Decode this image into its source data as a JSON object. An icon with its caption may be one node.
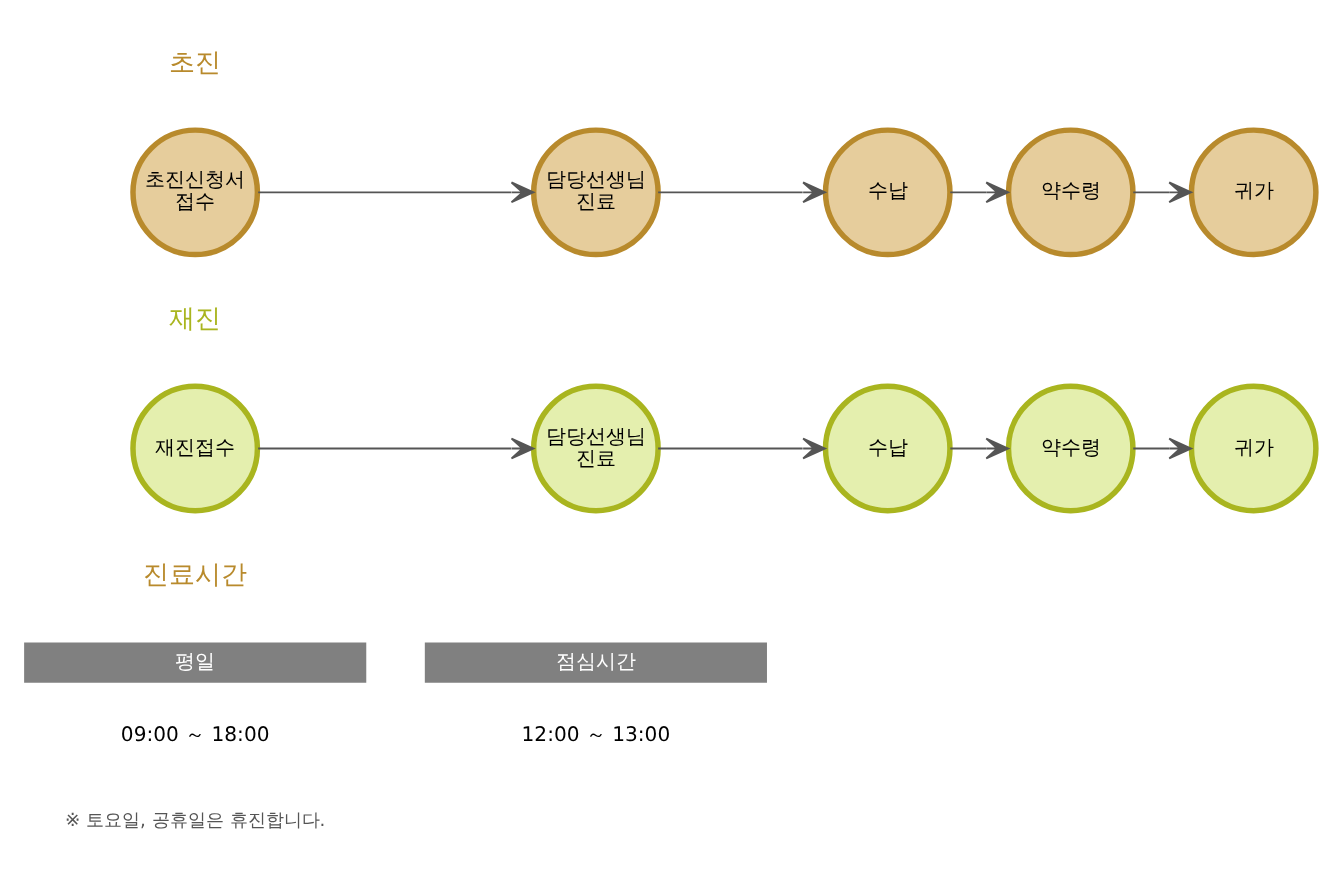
{
  "diagram": {
    "nodes": [
      {
        "text": [
          "초진신청서 접수"
        ]
      },
      {
        "text": [
          "담당선생님 진료"
        ]
      },
      {
        "text": [
          "수납"
        ]
      },
      {
        "text": [
          "약수령"
        ]
      },
      {
        "text": [
          "귀가"
        ]
      },
      {
        "text": [
          "재진접수"
        ]
      },
      {
        "text": [
          "담당선생님 진료"
        ]
      },
      {
        "text": [
          "수납"
        ]
      },
      {
        "text": [
          "약수령"
        ]
      },
      {
        "text": [
          "귀가"
        ]
      }
    ],
    "edges": [
      {
        "from": 0,
        "to": 1,
        "arrow": "to"
      },
      {
        "from": 1,
        "to": 2,
        "arrow": "to"
      },
      {
        "from": 2,
        "to": 3,
        "arrow": "to"
      },
      {
        "from": 3,
        "to": 4,
        "arrow": "to"
      },
      {
        "from": 5,
        "to": 6,
        "arrow": "to"
      },
      {
        "from": 6,
        "to": 7,
        "arrow": "to"
      },
      {
        "from": 7,
        "to": 8,
        "arrow": "to"
      },
      {
        "from": 8,
        "to": 9,
        "arrow": "to"
      }
    ],
    "labels": [
      "초진",
      "재진",
      "진료시간",
      "평일",
      "점심시간",
      "09:00 ～ 18:00",
      "12:00 ～ 13:00",
      "※ 토요일, 공휴일은 휴진합니다."
    ]
  }
}
